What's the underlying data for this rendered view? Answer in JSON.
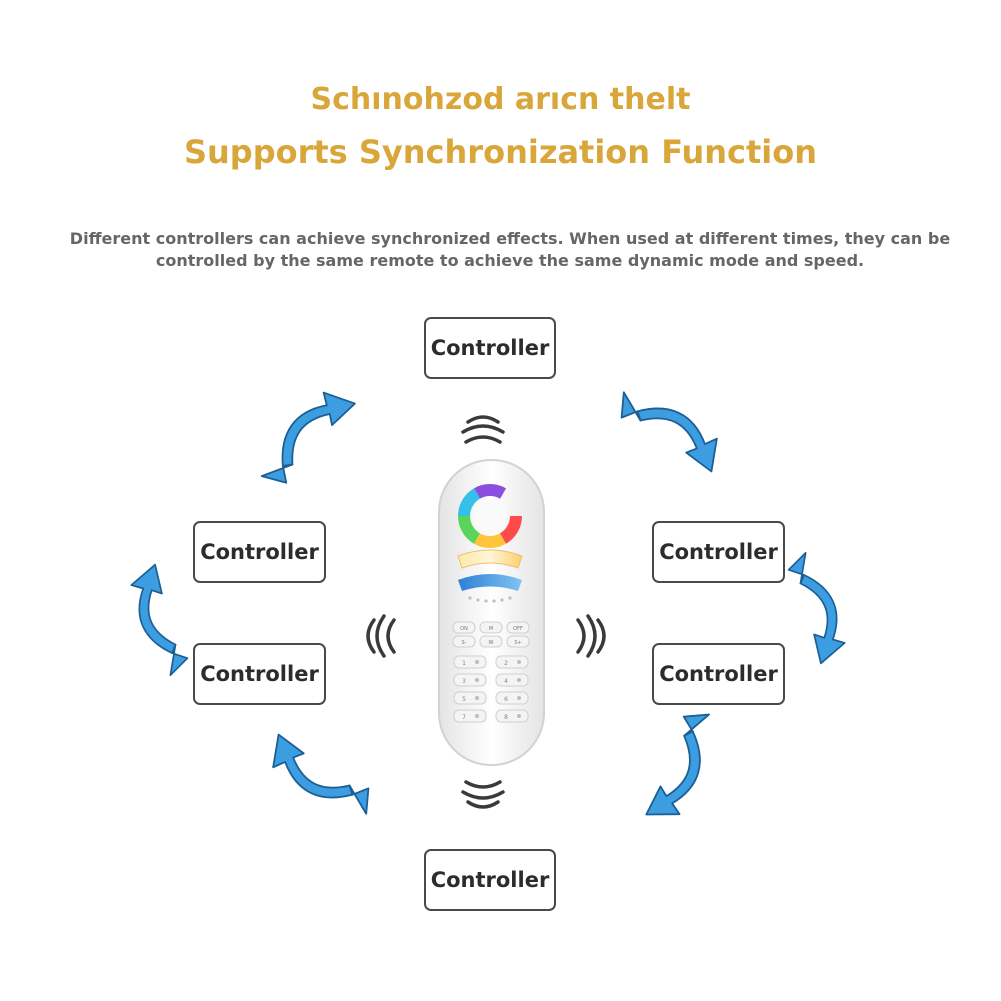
{
  "header": {
    "title_line_1": "Schınohzod arıcn thelt",
    "title_line_2": "Supports Synchronization Function"
  },
  "description": "Different controllers can achieve synchronized effects. When used at different times, they can be controlled by the same remote to achieve the same dynamic mode and speed.",
  "controllers": {
    "top": "Controller",
    "left_upper": "Controller",
    "left_lower": "Controller",
    "right_upper": "Controller",
    "right_lower": "Controller",
    "bottom": "Controller"
  },
  "remote": {
    "buttons": {
      "on": "ON",
      "m": "M",
      "off": "OFF",
      "s_minus": "S-",
      "w": "W",
      "s_plus": "S+"
    },
    "zone_keys": [
      "1",
      "2",
      "3",
      "4",
      "5",
      "6",
      "7",
      "8"
    ]
  },
  "colors": {
    "title": "#d9a63a",
    "arrow": "#3c9ee0",
    "arrow_outline": "#1c5f95",
    "box_border": "#4a4a4a"
  }
}
